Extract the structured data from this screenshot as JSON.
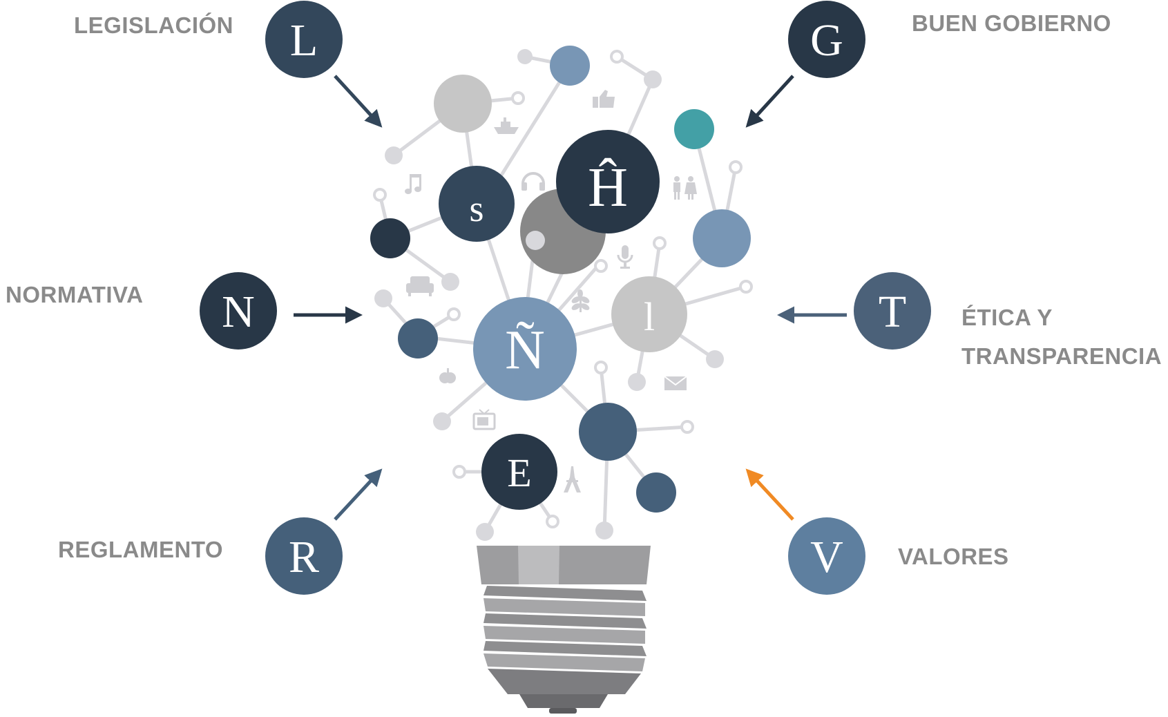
{
  "concepts": [
    {
      "id": "legislacion",
      "letter": "L",
      "label": "LEGISLACIÓN",
      "color": "#33475b"
    },
    {
      "id": "buen-gobierno",
      "letter": "G",
      "label": "BUEN GOBIERNO",
      "color": "#283747"
    },
    {
      "id": "normativa",
      "letter": "N",
      "label": "NORMATIVA",
      "color": "#283747"
    },
    {
      "id": "etica",
      "letter": "T",
      "label_lines": [
        "ÉTICA Y",
        "TRANSPARENCIA"
      ],
      "color": "#4b6179"
    },
    {
      "id": "reglamento",
      "letter": "R",
      "label": "REGLAMENTO",
      "color": "#45607a"
    },
    {
      "id": "valores",
      "letter": "V",
      "label": "VALORES",
      "color": "#5e7f9f",
      "arrow_color": "#f08a24"
    }
  ],
  "bulb_letters": {
    "s": "s",
    "h": "Ĥ",
    "n": "Ñ",
    "l": "l",
    "e": "E"
  },
  "colors": {
    "dark": "#283747",
    "mid": "#45607a",
    "light_blue": "#7896b5",
    "gray": "#c6c6c6",
    "teal": "#43a0a6",
    "dark_gray": "#888888",
    "line": "#d8d8dc",
    "label": "#8a8a8a",
    "accent": "#f08a24"
  },
  "icons": [
    "music-icon",
    "headphones-icon",
    "ship-icon",
    "thumbs-up-icon",
    "couple-icon",
    "microphone-icon",
    "sofa-icon",
    "leaf-icon",
    "apple-icon",
    "mail-icon",
    "tv-icon",
    "eiffel-tower-icon"
  ]
}
